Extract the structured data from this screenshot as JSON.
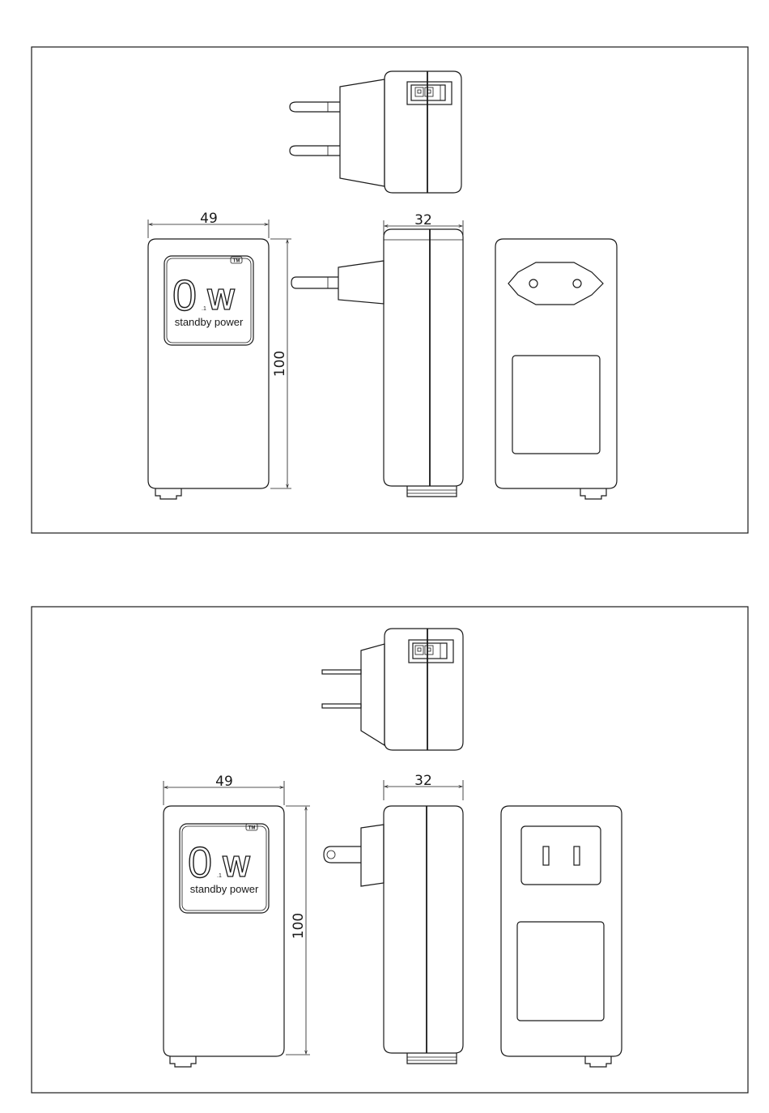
{
  "panels": [
    {
      "id": "eu",
      "width_dim": "49",
      "height_dim": "100",
      "depth_dim": "32",
      "logo": {
        "main": "0",
        "sub": ".1",
        "unit": "W",
        "caption": "standby power",
        "tm": "TM"
      }
    },
    {
      "id": "us",
      "width_dim": "49",
      "height_dim": "100",
      "depth_dim": "32",
      "logo": {
        "main": "0",
        "sub": ".1",
        "unit": "W",
        "caption": "standby power",
        "tm": "TM"
      }
    }
  ]
}
